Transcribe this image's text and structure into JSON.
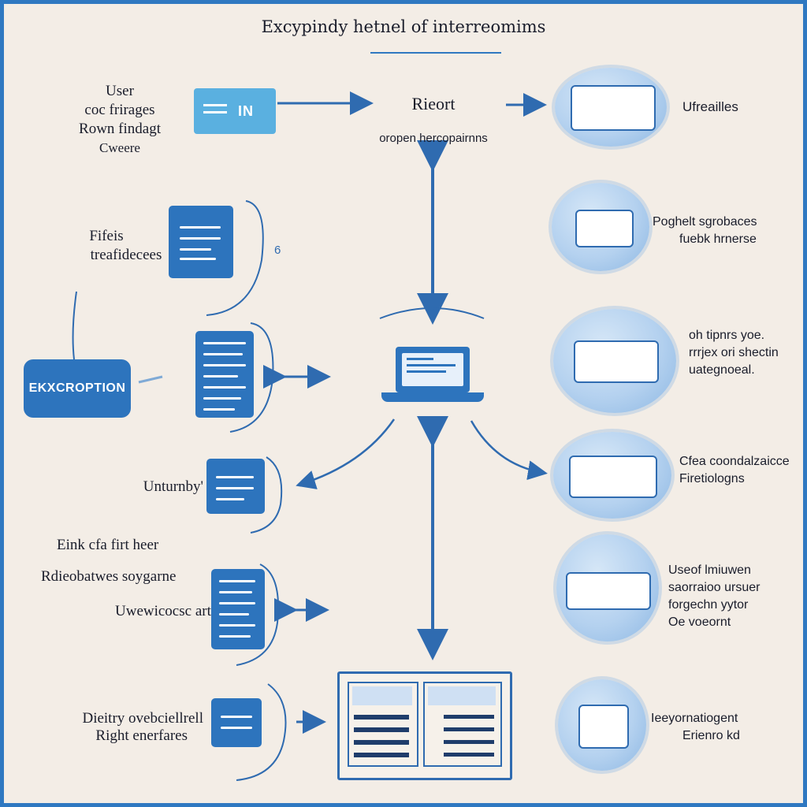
{
  "title": "Excypindy hetnel of interreomims",
  "left_top": {
    "line1": "User",
    "line2": "coc frirages",
    "line3": "Rown findagt",
    "line4": "Cweere"
  },
  "in_button": "IN",
  "report": {
    "heading": "Rieort",
    "sub": "oropen hercopairnns"
  },
  "left_labels": {
    "files_1": "Fifeis",
    "files_2": "treafidecees",
    "unturnby": "Unturnby'",
    "block1": "Eink cfa firt heer",
    "block2": "Rdieobatwes soygarne",
    "block3": "Uwewicocsc art",
    "bottom1": "Dieitry ovebciellrell",
    "bottom2": "Right enerfares",
    "small_mark": "6"
  },
  "exception_button": "EKXCROPTION",
  "right_labels": {
    "r1": "Ufreailles",
    "r2a": "Poghelt sgrobaces",
    "r2b": "fuebk hrnerse",
    "r3a": "oh tipnrs yoe.",
    "r3b": "rrrjex ori shectin",
    "r3c": "uategnoeal.",
    "r4a": "Cfea coondalzaicce",
    "r4b": "Firetiologns",
    "r5a": "Useof lmiuwen",
    "r5b": "saorraioo ursuer",
    "r5c": "forgechn yytor",
    "r5d": "Oe voeornt",
    "r6a": "Ieeyornatiogent",
    "r6b": "Erienro kd"
  },
  "colors": {
    "background": "#f3ede6",
    "accent": "#2f78c1",
    "dark_blue": "#2d74bd",
    "light_blue": "#5ab0e0",
    "shield_blue": "#b4d1ef"
  }
}
